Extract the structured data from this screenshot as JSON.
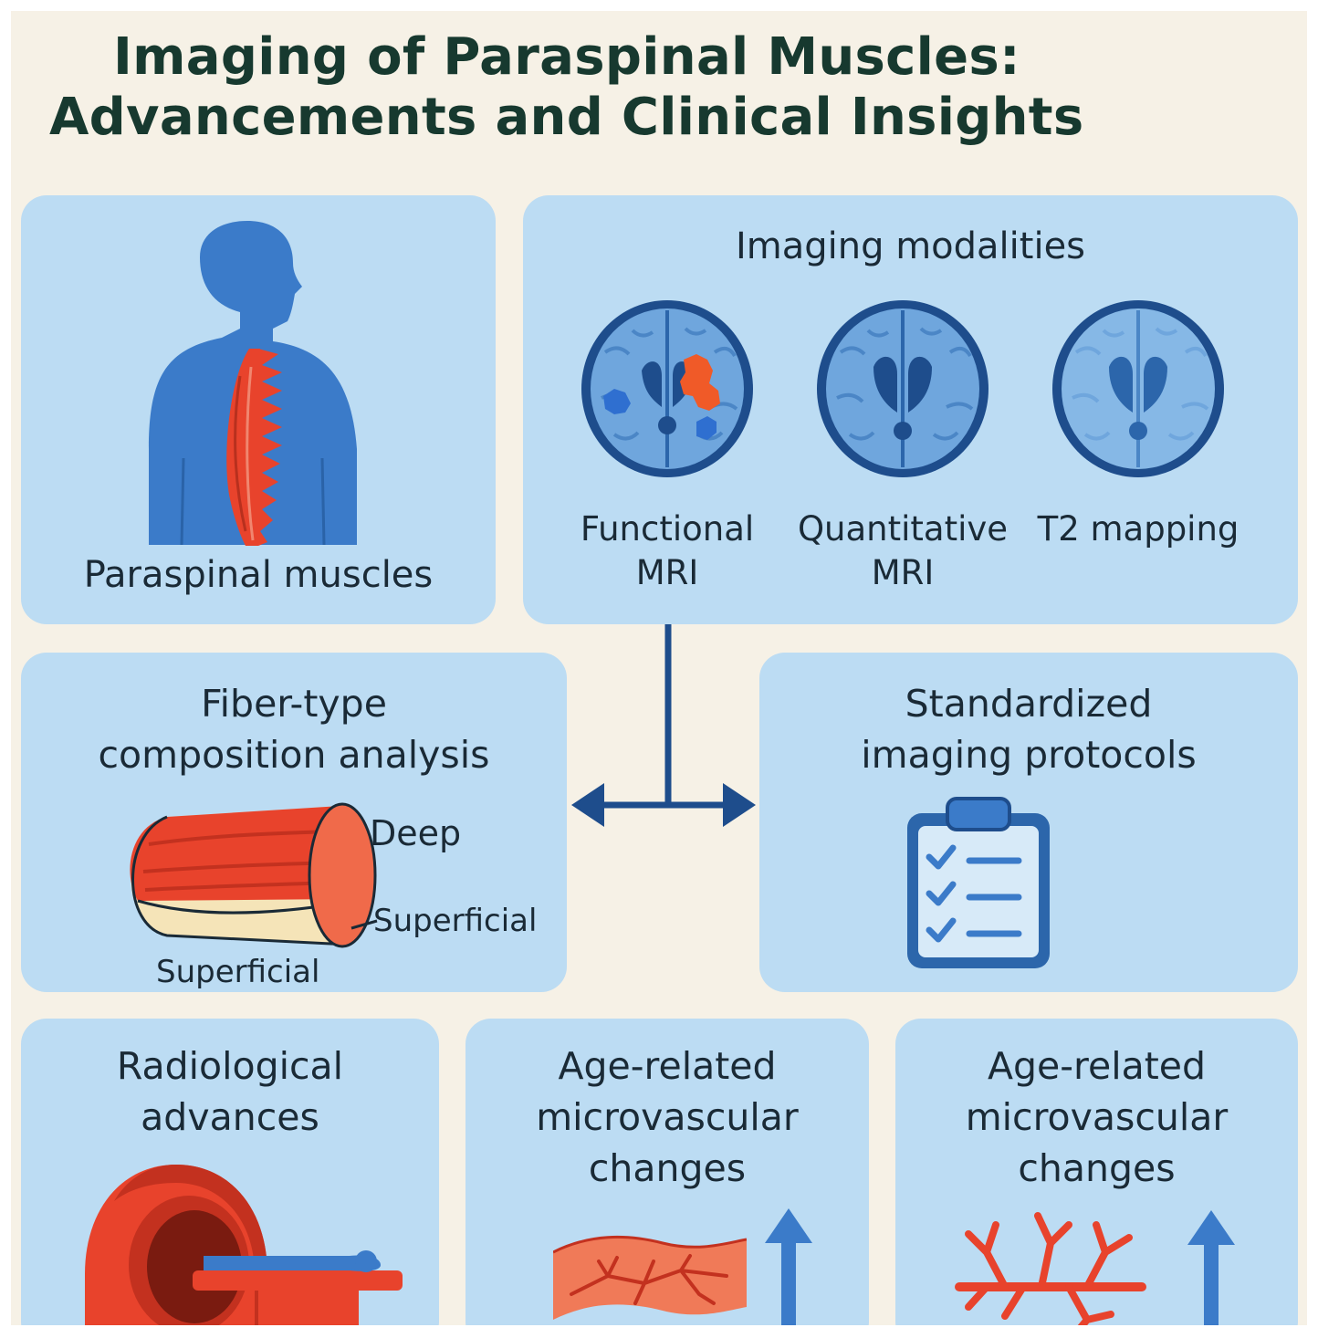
{
  "title": {
    "line1": "Imaging of Paraspinal Muscles:",
    "line2": "Advancements and Clinical Insights"
  },
  "panels": {
    "paraspinal": {
      "label": "Paraspinal muscles",
      "icon": "back-muscles-figure-icon"
    },
    "modalities": {
      "title": "Imaging modalities",
      "items": [
        {
          "line1": "Functional",
          "line2": "MRI",
          "icon": "brain-scan-activation-icon"
        },
        {
          "line1": "Quantitative",
          "line2": "MRI",
          "icon": "brain-scan-icon"
        },
        {
          "line1": "T2 mapping",
          "line2": "",
          "icon": "brain-scan-icon"
        }
      ]
    },
    "fiber": {
      "title_line1": "Fiber-type",
      "title_line2": "composition analysis",
      "label_deep": "Deep",
      "label_superficial_right": "Superficial",
      "label_superficial_bottom": "Superficial",
      "icon": "muscle-cross-section-icon"
    },
    "protocols": {
      "title_line1": "Standardized",
      "title_line2": "imaging protocols",
      "icon": "clipboard-checklist-icon"
    },
    "radiological": {
      "title_line1": "Radiological",
      "title_line2": "advances",
      "icon": "mri-scanner-icon"
    },
    "age1": {
      "title_line1": "Age-related",
      "title_line2": "microvascular",
      "title_line3": "changes",
      "icon": "blood-vessel-icon"
    },
    "age2": {
      "title_line1": "Age-related",
      "title_line2": "microvascular",
      "title_line3": "changes",
      "icon": "vascular-branches-icon"
    }
  },
  "colors": {
    "background": "#f6f1e6",
    "panel": "#bcdcf3",
    "title_text": "#17392f",
    "figure_blue": "#3b7bc9",
    "muscle_red": "#e8432c",
    "arrow_navy": "#1e4d8c"
  }
}
